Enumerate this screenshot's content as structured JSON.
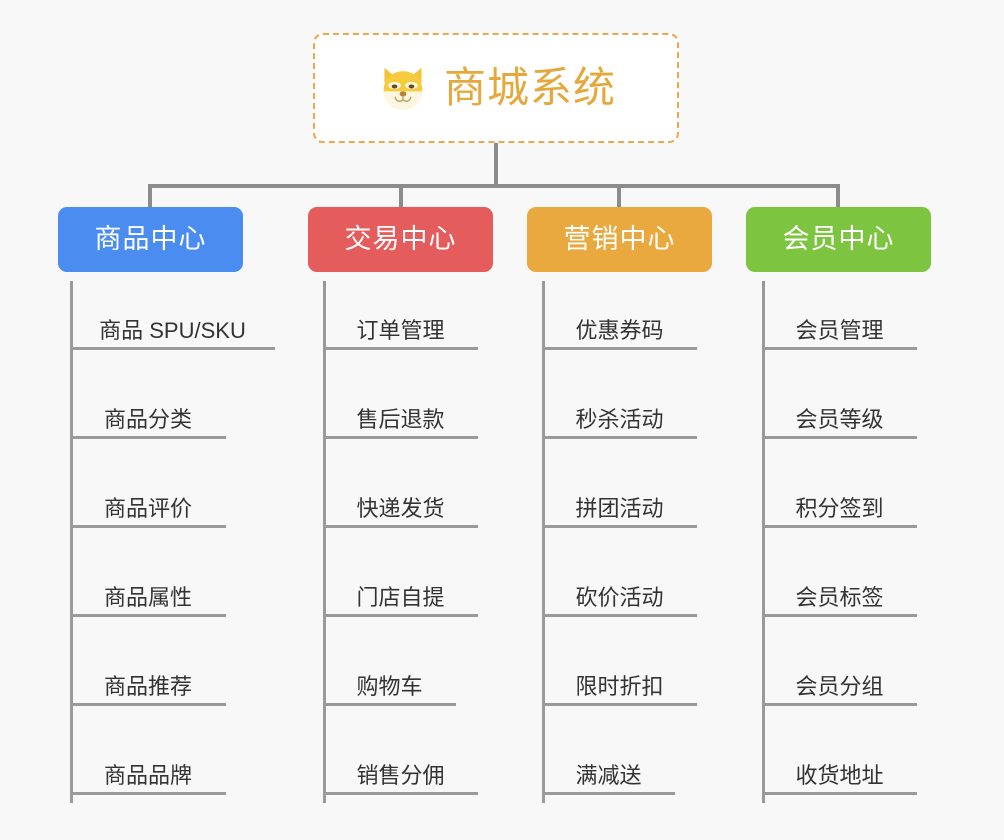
{
  "background_color": "#f8f8f8",
  "root": {
    "icon": "shiba-dog-face-icon",
    "title": "商城系统",
    "title_color": "#e5a83c",
    "border_color": "#eaa94a",
    "background_color": "#ffffff"
  },
  "connector_color": "#8c8c8c",
  "leaf_line_color": "#9a9a9a",
  "leaf_text_color": "#333333",
  "categories": [
    {
      "label": "商品中心",
      "color": "#4a8cf0",
      "items": [
        "商品 SPU/SKU",
        "商品分类",
        "商品评价",
        "商品属性",
        "商品推荐",
        "商品品牌"
      ]
    },
    {
      "label": "交易中心",
      "color": "#e55c5c",
      "items": [
        "订单管理",
        "售后退款",
        "快递发货",
        "门店自提",
        "购物车",
        "销售分佣"
      ]
    },
    {
      "label": "营销中心",
      "color": "#eaa93e",
      "items": [
        "优惠券码",
        "秒杀活动",
        "拼团活动",
        "砍价活动",
        "限时折扣",
        "满减送"
      ]
    },
    {
      "label": "会员中心",
      "color": "#7dc441",
      "items": [
        "会员管理",
        "会员等级",
        "积分签到",
        "会员标签",
        "会员分组",
        "收货地址"
      ]
    }
  ]
}
